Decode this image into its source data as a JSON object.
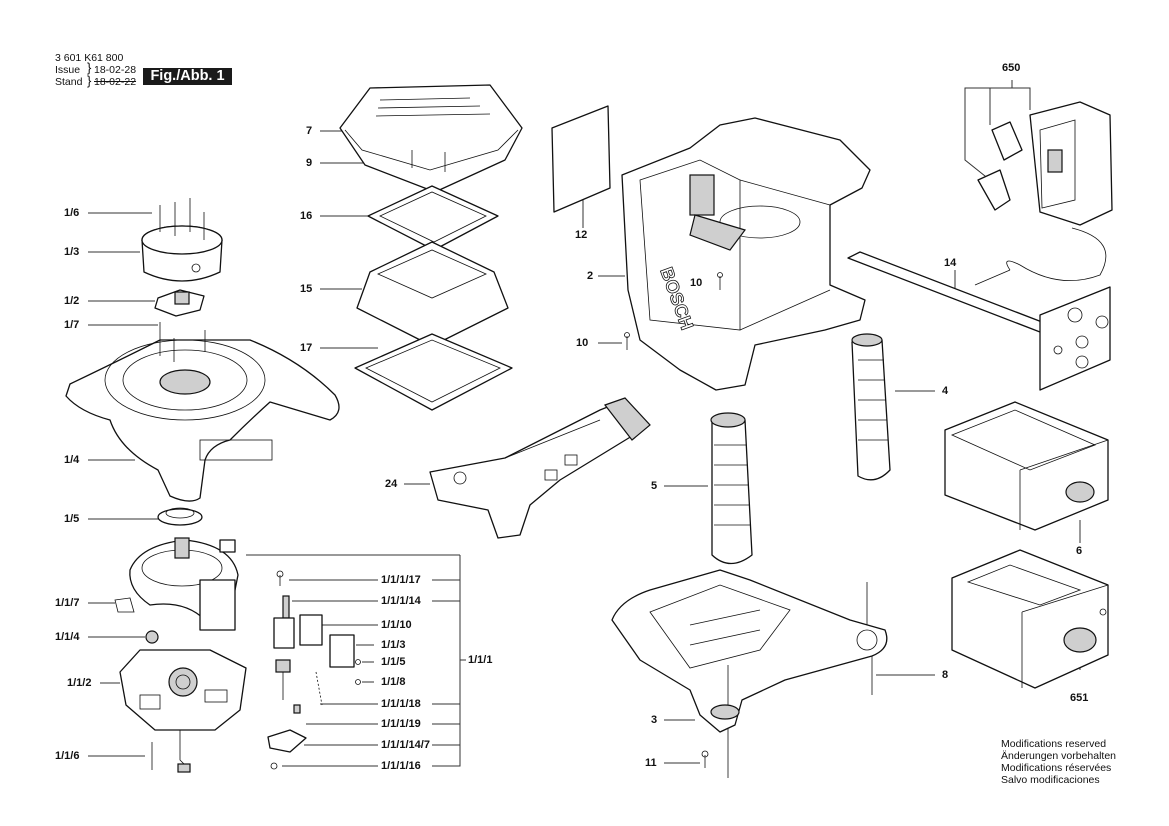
{
  "header": {
    "number": "3 601 K61 800",
    "issue_label": "Issue",
    "issue_date": "18-02-28",
    "stand_label": "Stand",
    "stand_date": "18-02-22",
    "figure": "Fig./Abb. 1"
  },
  "labels": {
    "l_1_6": "1/6",
    "l_1_3": "1/3",
    "l_1_2": "1/2",
    "l_1_7": "1/7",
    "l_1_4": "1/4",
    "l_1_5": "1/5",
    "l_1_1_7": "1/1/7",
    "l_1_1_4": "1/1/4",
    "l_1_1_2": "1/1/2",
    "l_1_1_6": "1/1/6",
    "l_7": "7",
    "l_9": "9",
    "l_16": "16",
    "l_15": "15",
    "l_17": "17",
    "l_1_1_1_17": "1/1/1/17",
    "l_1_1_1_14": "1/1/1/14",
    "l_1_1_10": "1/1/10",
    "l_1_1_3": "1/1/3",
    "l_1_1_5": "1/1/5",
    "l_1_1_8": "1/1/8",
    "l_1_1_1_18": "1/1/1/18",
    "l_1_1_1_19": "1/1/1/19",
    "l_1_1_1_14_7": "1/1/1/14/7",
    "l_1_1_1_16": "1/1/1/16",
    "l_1_1_1": "1/1/1",
    "l_24": "24",
    "l_12": "12",
    "l_2": "2",
    "l_10a": "10",
    "l_10b": "10",
    "l_5": "5",
    "l_4": "4",
    "l_3": "3",
    "l_11": "11",
    "l_8": "8",
    "l_650": "650",
    "l_14": "14",
    "l_6": "6",
    "l_651": "651"
  },
  "brand": "BOSCH",
  "notes": [
    "Modifications reserved",
    "Änderungen vorbehalten",
    "Modifications réservées",
    "Salvo modificaciones"
  ],
  "colors": {
    "line": "#111111",
    "label_bg": "#1a1a1a",
    "shade": "#cfcfcf"
  }
}
